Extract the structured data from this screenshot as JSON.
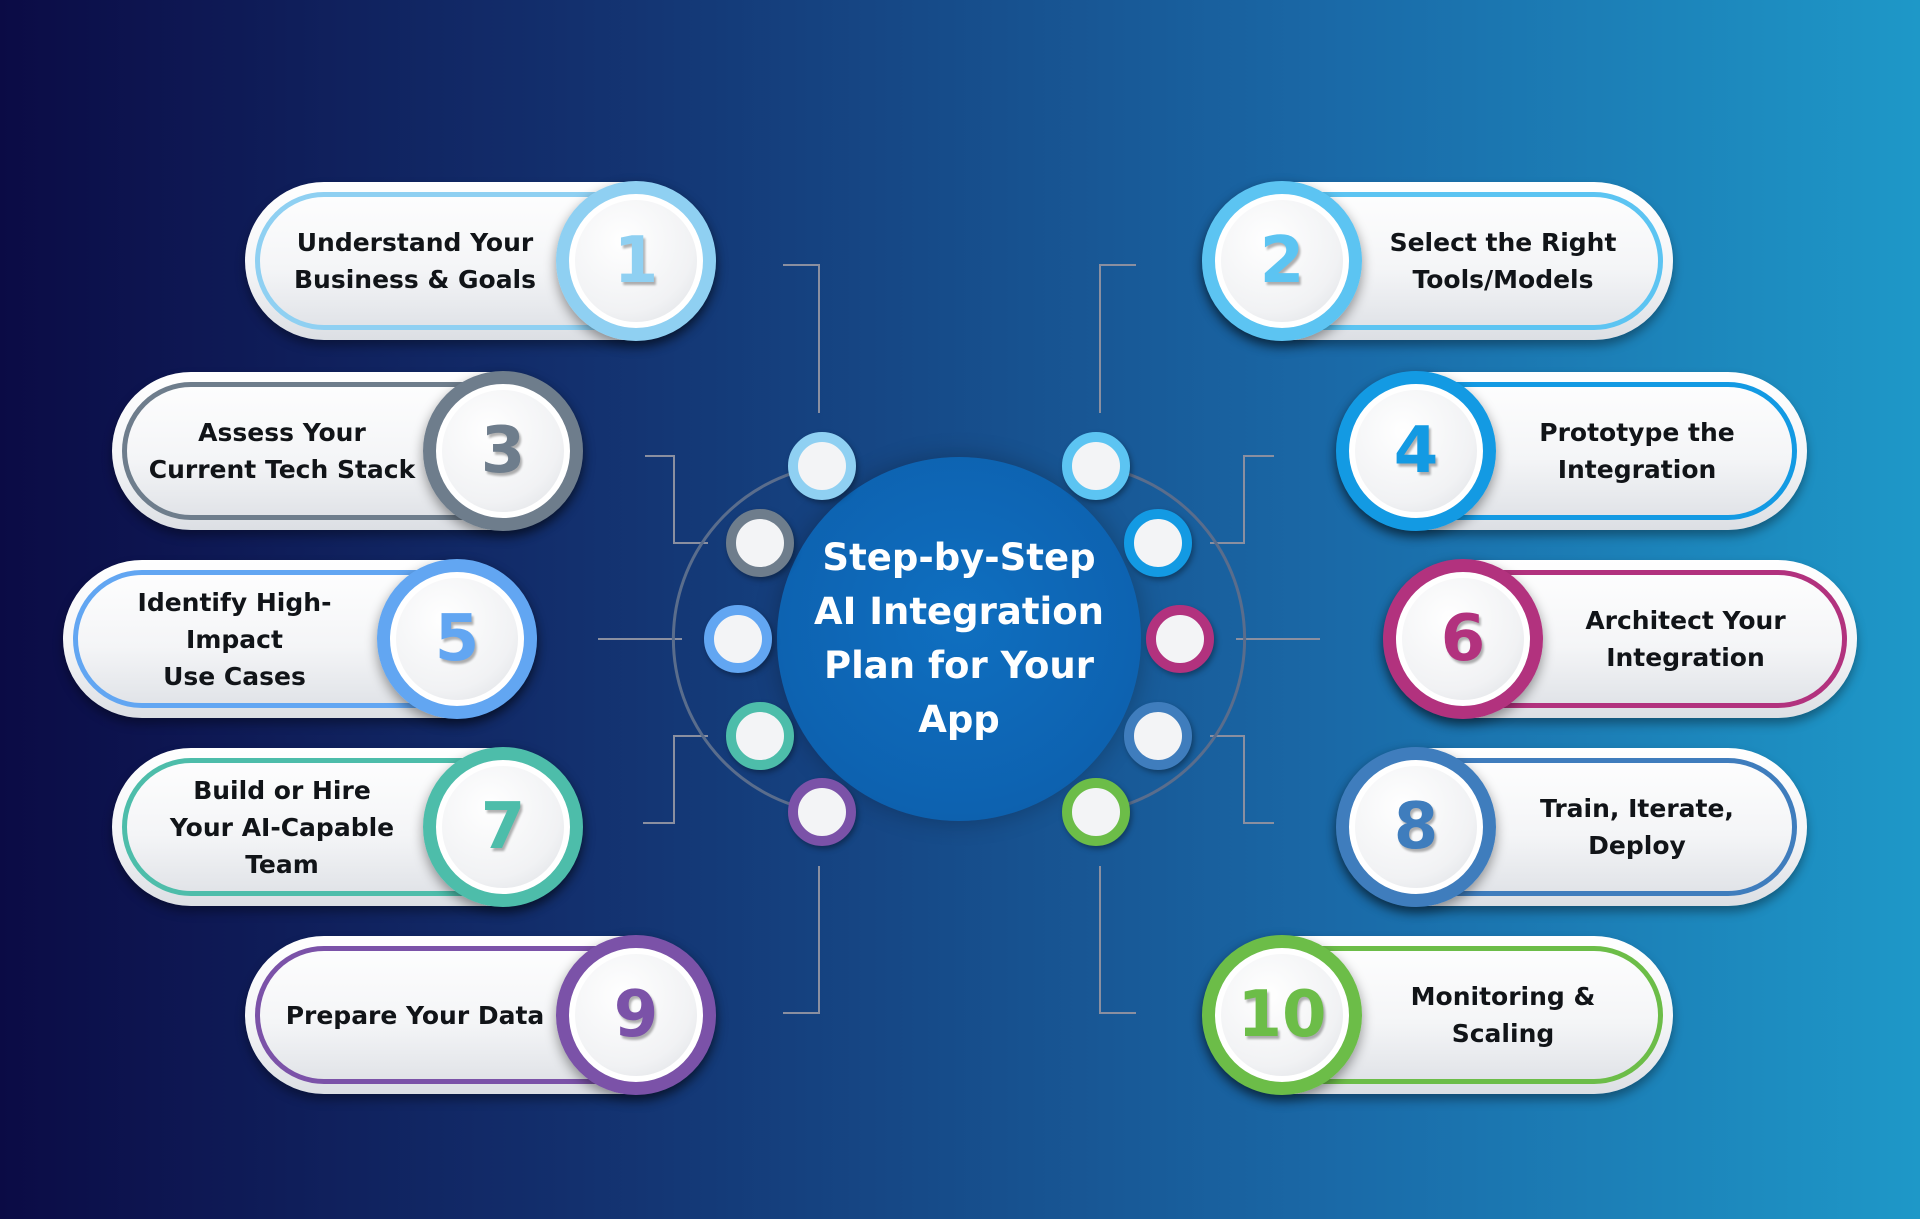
{
  "title": "Step-by-Step\nAI Integration\nPlan for Your App",
  "steps": [
    {
      "number": "1",
      "label": "Understand Your\nBusiness & Goals",
      "color": "#8fd0f2"
    },
    {
      "number": "2",
      "label": "Select the Right\nTools/Models",
      "color": "#5cc4f2"
    },
    {
      "number": "3",
      "label": "Assess Your\nCurrent Tech Stack",
      "color": "#6e7d8c"
    },
    {
      "number": "4",
      "label": "Prototype the\nIntegration",
      "color": "#139ae3"
    },
    {
      "number": "5",
      "label": "Identify High-\nImpact\nUse Cases",
      "color": "#62a6f2"
    },
    {
      "number": "6",
      "label": "Architect Your\nIntegration",
      "color": "#b2327e"
    },
    {
      "number": "7",
      "label": "Build or Hire\nYour AI-Capable\nTeam",
      "color": "#4dbdaa"
    },
    {
      "number": "8",
      "label": "Train, Iterate,\nDeploy",
      "color": "#3f7dbd"
    },
    {
      "number": "9",
      "label": "Prepare Your Data",
      "color": "#7b52a8"
    },
    {
      "number": "10",
      "label": "Monitoring &\nScaling",
      "color": "#6cbd48"
    }
  ]
}
